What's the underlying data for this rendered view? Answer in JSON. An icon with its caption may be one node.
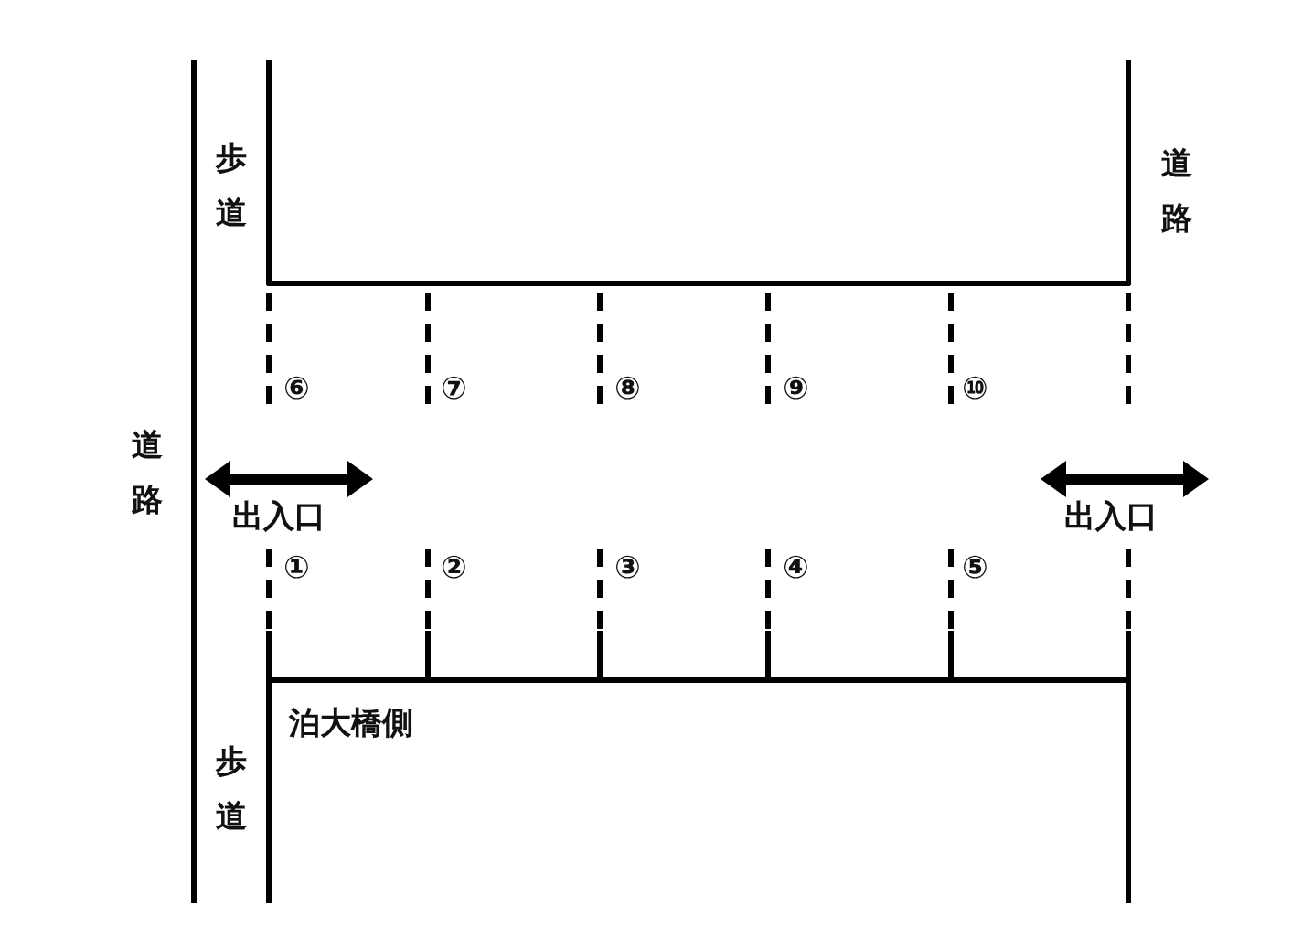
{
  "diagram": {
    "labels": [
      "歩道",
      "道路",
      "⑥",
      "⑦",
      "⑧",
      "⑨",
      "⑩",
      "道路",
      "出入口",
      "出入口",
      "①",
      "②",
      "③",
      "④",
      "⑤",
      "泊大橋側",
      "歩道"
    ]
  }
}
